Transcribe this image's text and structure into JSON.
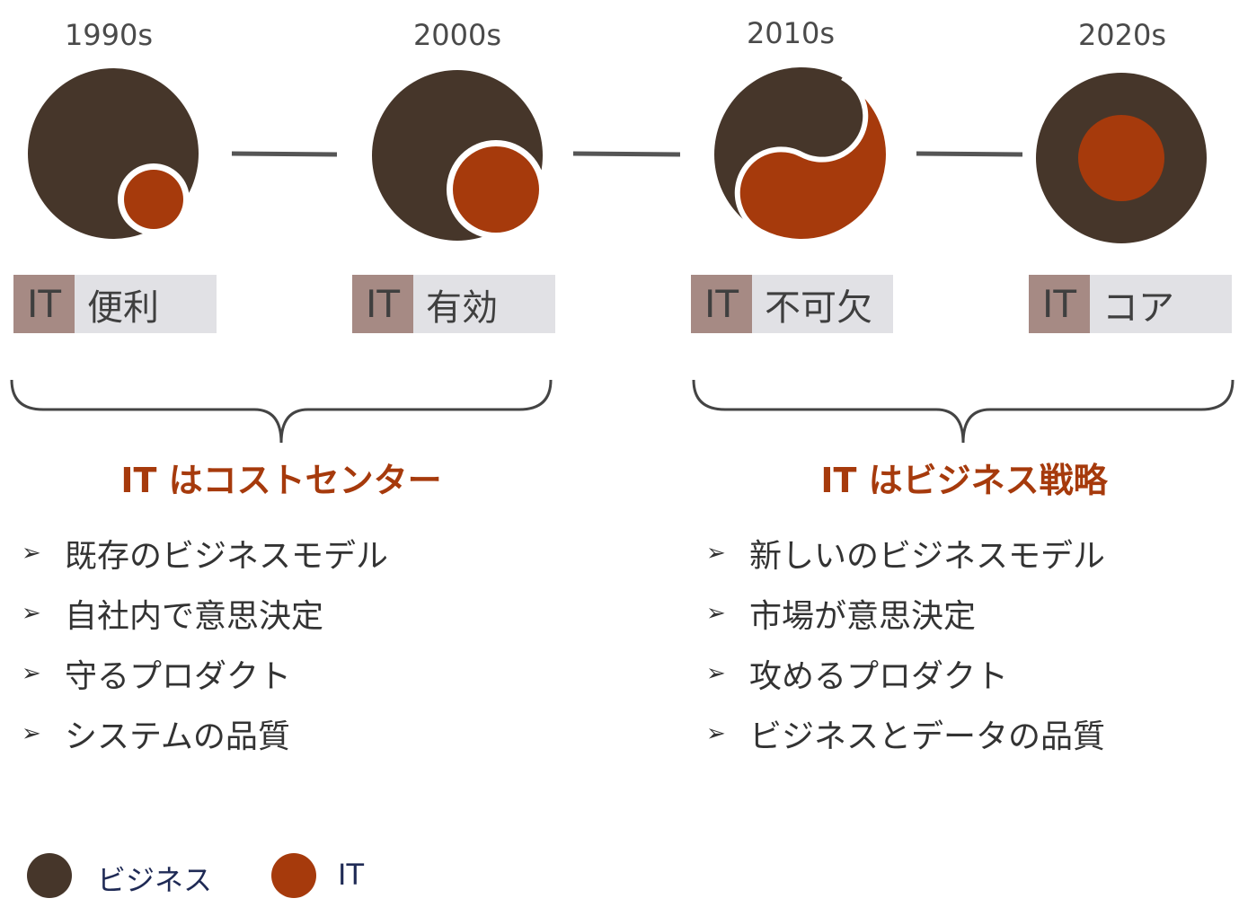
{
  "colors": {
    "business": "#46362a",
    "it": "#a63a0c",
    "tag_key_bg": "#a68a84",
    "tag_value_bg": "#e1e1e5",
    "group_title": "#a63a0c",
    "legend_text": "#1f2a55"
  },
  "timeline": {
    "eras": [
      {
        "label": "1990s",
        "tag_key": "IT",
        "tag_value": "便利"
      },
      {
        "label": "2000s",
        "tag_key": "IT",
        "tag_value": "有効"
      },
      {
        "label": "2010s",
        "tag_key": "IT",
        "tag_value": "不可欠"
      },
      {
        "label": "2020s",
        "tag_key": "IT",
        "tag_value": "コア"
      }
    ]
  },
  "groups": [
    {
      "title": "IT はコストセンター",
      "items": [
        "既存のビジネスモデル",
        "自社内で意思決定",
        "守るプロダクト",
        "システムの品質"
      ]
    },
    {
      "title": "IT はビジネス戦略",
      "items": [
        "新しいのビジネスモデル",
        "市場が意思決定",
        "攻めるプロダクト",
        "ビジネスとデータの品質"
      ]
    }
  ],
  "bullet_glyph": "➢",
  "legend": {
    "business_label": "ビジネス",
    "it_label": "IT"
  }
}
